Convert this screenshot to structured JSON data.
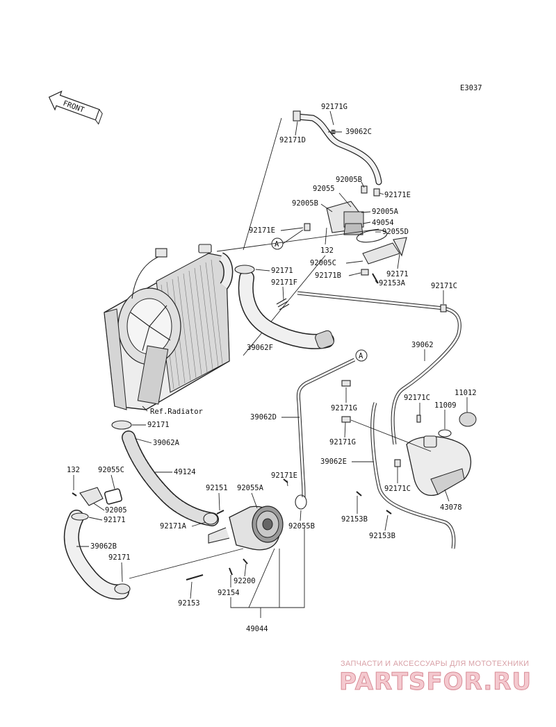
{
  "diagram_code": "E3037",
  "front_label": "FRONT",
  "labels": {
    "l92171G_top": "92171G",
    "l92171D": "92171D",
    "l39062C": "39062C",
    "l92005B_top": "92005B",
    "l92055_top": "92055",
    "l92171E_top": "92171E",
    "l92005B_left": "92005B",
    "l92005A": "92005A",
    "l49054": "49054",
    "l92171E_left": "92171E",
    "l92055D": "92055D",
    "callout_A_top": "A",
    "l132_top": "132",
    "l92005C": "92005C",
    "l92171_upper": "92171",
    "l92171B": "92171B",
    "l92153A": "92153A",
    "l92171_right": "92171",
    "l92171F": "92171F",
    "l92171C_top": "92171C",
    "l39062F": "39062F",
    "l39062_right": "39062",
    "callout_A_mid": "A",
    "l92171G_mid": "92171G",
    "l92171C_mid": "92171C",
    "l11012": "11012",
    "l11009": "11009",
    "l39062D": "39062D",
    "l92171G_low": "92171G",
    "l39062E": "39062E",
    "l92171C_low": "92171C",
    "ref_radiator": "Ref.Radiator",
    "l92171_left": "92171",
    "l39062A": "39062A",
    "l49124": "49124",
    "l132_left": "132",
    "l92055C": "92055C",
    "l92005": "92005",
    "l92171_hose": "92171",
    "l92151": "92151",
    "l92055A": "92055A",
    "l92171E_pump": "92171E",
    "l92171A": "92171A",
    "l92055B": "92055B",
    "l39062B": "39062B",
    "l92153B_a": "92153B",
    "l43078": "43078",
    "l92153B_b": "92153B",
    "l92171_low": "92171",
    "l92200": "92200",
    "l92154": "92154",
    "l92153": "92153",
    "l49044": "49044"
  },
  "watermark": {
    "caption": "ЗАПЧАСТИ И АКСЕССУАРЫ ДЛЯ МОТОТЕХНИКИ",
    "logo": "PARTSFOR.RU"
  }
}
